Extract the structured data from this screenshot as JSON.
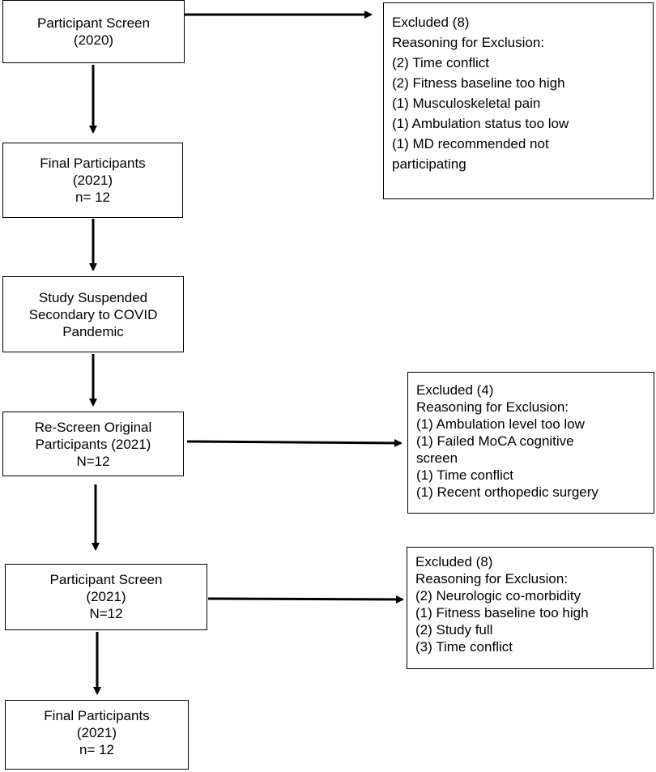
{
  "main_flow": [
    {
      "lines": [
        "Participant Screen",
        "(2020)"
      ]
    },
    {
      "lines": [
        "Final Participants",
        "(2021)",
        "n= 12"
      ]
    },
    {
      "lines": [
        "Study Suspended",
        "Secondary to COVID",
        "Pandemic"
      ]
    },
    {
      "lines": [
        "Re-Screen Original",
        "Participants (2021)",
        "N=12"
      ]
    },
    {
      "lines": [
        "Participant Screen",
        "(2021)",
        "N=12"
      ]
    },
    {
      "lines": [
        "Final Participants",
        "(2021)",
        "n= 12"
      ]
    }
  ],
  "exclusions": [
    {
      "title": "Excluded (8)",
      "heading": "Reasoning for Exclusion:",
      "items": [
        "(2) Time conflict",
        "(2) Fitness baseline too high",
        "(1) Musculoskeletal pain",
        "(1) Ambulation status too low",
        "(1) MD recommended not",
        "participating"
      ]
    },
    {
      "title": "Excluded (4)",
      "heading": "Reasoning for Exclusion:",
      "items": [
        "(1) Ambulation level too low",
        "(1) Failed MoCA cognitive",
        "screen",
        "(1) Time conflict",
        "(1) Recent orthopedic surgery"
      ]
    },
    {
      "title": "Excluded (8)",
      "heading": "Reasoning for Exclusion:",
      "items": [
        "(2) Neurologic co-morbidity",
        "(1) Fitness baseline too high",
        "(2) Study full",
        "(3) Time conflict"
      ]
    }
  ]
}
